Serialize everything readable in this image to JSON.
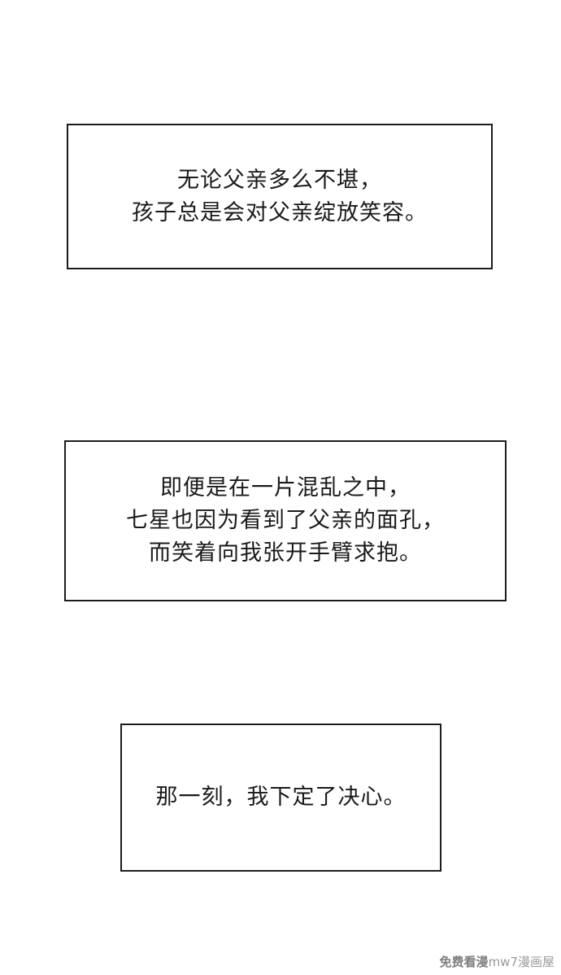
{
  "panels": [
    {
      "lines": [
        "无论父亲多么不堪，",
        "孩子总是会对父亲绽放笑容。"
      ]
    },
    {
      "lines": [
        "即便是在一片混乱之中，",
        "七星也因为看到了父亲的面孔，",
        "而笑着向我张开手臂求抱。"
      ]
    },
    {
      "lines": [
        "那一刻，我下定了决心。"
      ]
    }
  ],
  "watermark": {
    "prefix": "免费看漫",
    "suffix": "mw7漫画屋"
  },
  "colors": {
    "background": "#ffffff",
    "border": "#1c1c1c",
    "text": "#1a1a1a",
    "watermark": "#9a9a9a"
  }
}
